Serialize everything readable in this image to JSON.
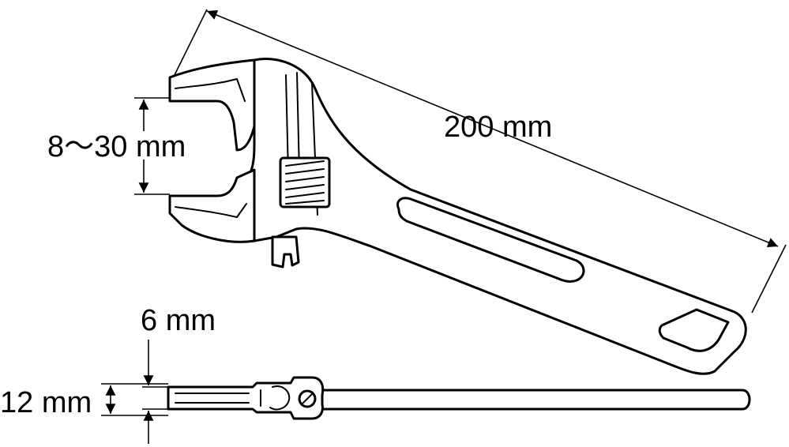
{
  "dimensions": {
    "length": "200 mm",
    "jaw_opening": "8〜30 mm",
    "jaw_thickness": "6 mm",
    "head_thickness": "12 mm"
  }
}
